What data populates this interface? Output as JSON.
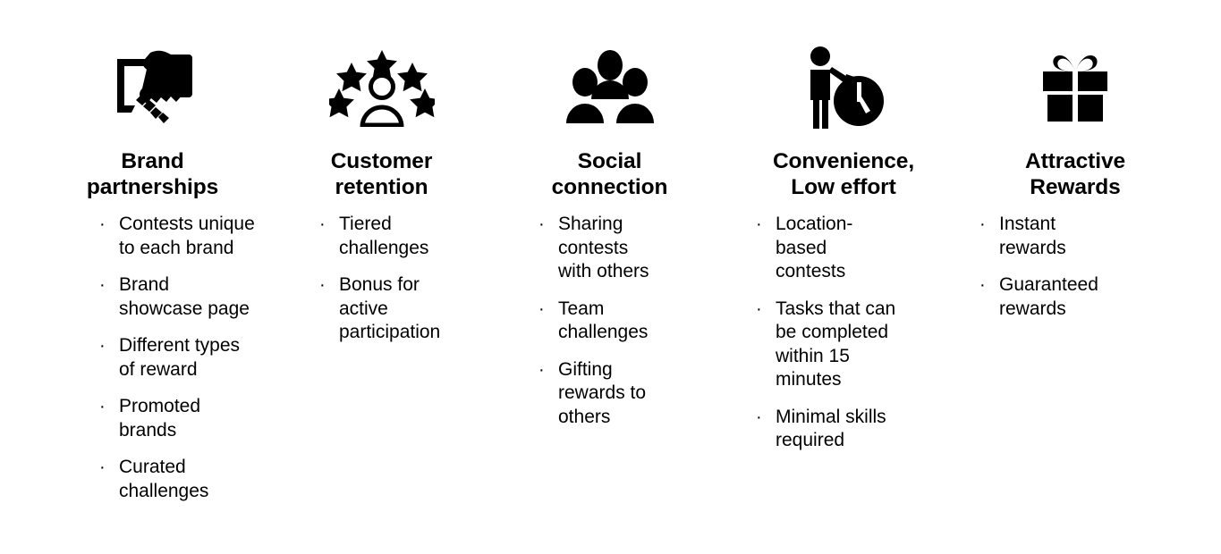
{
  "infographic": {
    "background_color": "#ffffff",
    "text_color": "#000000",
    "bullet_glyph": "·",
    "columns": [
      {
        "icon": "handshake-icon",
        "title": "Brand\npartnerships",
        "bullets": [
          "Contests unique\nto each brand",
          "Brand\nshowcase page",
          "Different types\nof reward",
          "Promoted\nbrands",
          "Curated\nchallenges"
        ]
      },
      {
        "icon": "person-five-stars-icon",
        "title": "Customer\nretention",
        "bullets": [
          "Tiered\nchallenges",
          "Bonus for\nactive\nparticipation"
        ]
      },
      {
        "icon": "people-group-icon",
        "title": "Social\nconnection",
        "bullets": [
          "Sharing\ncontests\nwith others",
          "Team\nchallenges",
          "Gifting\nrewards to\nothers"
        ]
      },
      {
        "icon": "person-with-clock-icon",
        "title": "Convenience,\nLow effort",
        "bullets": [
          "Location-\nbased\ncontests",
          "Tasks that can\nbe completed\nwithin 15\nminutes",
          "Minimal skills\nrequired"
        ]
      },
      {
        "icon": "gift-box-icon",
        "title": "Attractive\nRewards",
        "bullets": [
          "Instant\nrewards",
          "Guaranteed\nrewards"
        ]
      }
    ]
  }
}
